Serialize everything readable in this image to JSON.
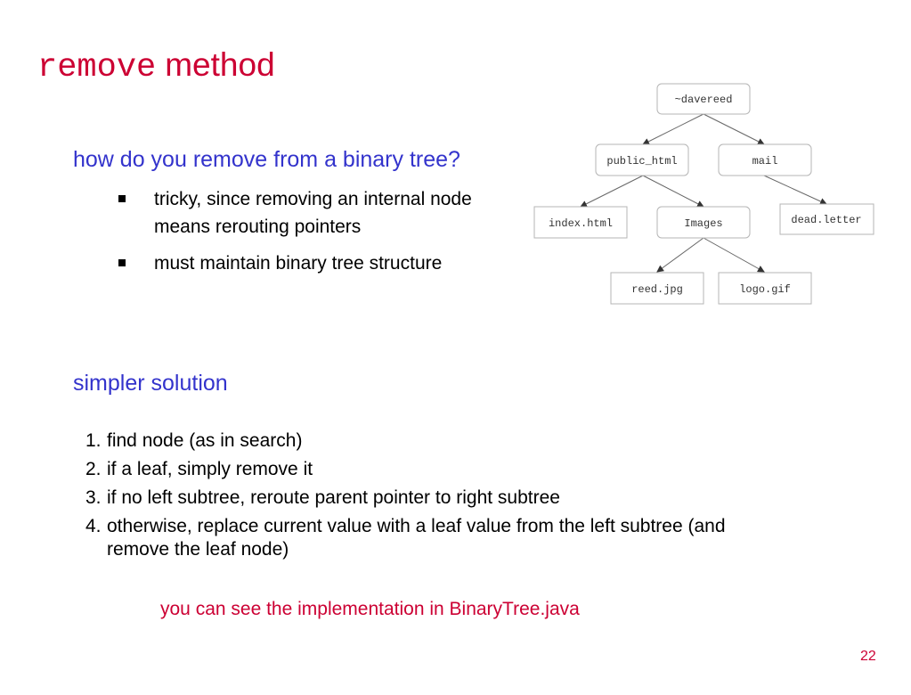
{
  "slide": {
    "title_code": "remove",
    "title_word": "method",
    "heading1": "how do you remove from a binary tree?",
    "bullets": [
      "tricky, since removing an internal node means rerouting pointers",
      "must maintain binary tree structure"
    ],
    "heading2": "simpler solution",
    "steps": [
      {
        "num": "1.",
        "text": "find node (as in search)"
      },
      {
        "num": "2.",
        "text": "if a leaf, simply remove it"
      },
      {
        "num": "3.",
        "text": "if no left subtree, reroute parent pointer to right subtree"
      },
      {
        "num": "4.",
        "text": "otherwise, replace current value with a leaf value from the left subtree (and remove the leaf node)"
      }
    ],
    "note": "you can see the implementation in BinaryTree.java",
    "page_number": "22"
  },
  "tree": {
    "nodes": {
      "root": "~davereed",
      "public_html": "public_html",
      "mail": "mail",
      "index_html": "index.html",
      "images": "Images",
      "dead_letter": "dead.letter",
      "reed_jpg": "reed.jpg",
      "logo_gif": "logo.gif"
    }
  },
  "colors": {
    "title": "#cc0033",
    "heading": "#3333cc",
    "note": "#cc0033"
  }
}
